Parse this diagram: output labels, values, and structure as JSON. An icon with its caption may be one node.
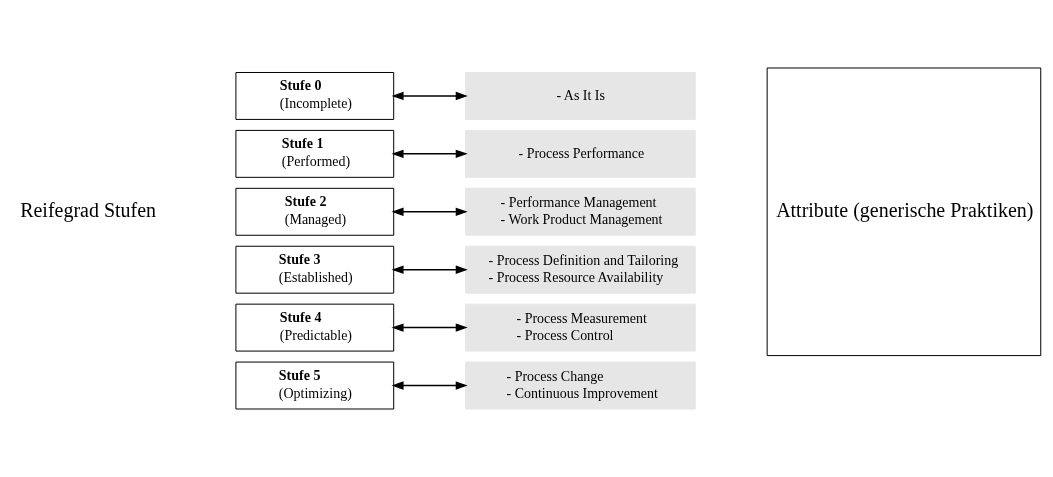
{
  "diagram": {
    "nodes": [
      {
        "text": [
          "Stufe 0",
          "(Incomplete)"
        ]
      },
      {
        "text": [
          "Stufe 1",
          "(Performed)"
        ]
      },
      {
        "text": [
          "Stufe 2",
          "(Managed)"
        ]
      },
      {
        "text": [
          "Stufe 3",
          "(Established)"
        ]
      },
      {
        "text": [
          "Stufe 4",
          "(Predictable)"
        ]
      },
      {
        "text": [
          "Stufe 5",
          "(Optimizing)"
        ]
      },
      {
        "text": [
          "- Process Change",
          "- Continuous Improvement"
        ]
      },
      {
        "text": [
          "- Process Measurement",
          "- Process Control"
        ]
      },
      {
        "text": [
          "- Process Definition and Tailoring",
          "- Process Resource Availability"
        ]
      },
      {
        "text": [
          "- Performance Management",
          "- Work Product Management"
        ]
      },
      {
        "text": [
          "- Process Performance"
        ]
      },
      {
        "text": [
          "- As It Is"
        ]
      },
      {
        "text": [
          "Attribute (generische Praktiken)"
        ]
      }
    ],
    "edges": [
      {
        "from": 5,
        "to": 6,
        "arrow": "both"
      },
      {
        "from": 4,
        "to": 7,
        "arrow": "both"
      },
      {
        "from": 3,
        "to": 8,
        "arrow": "both"
      },
      {
        "from": 2,
        "to": 9,
        "arrow": "both"
      },
      {
        "from": 1,
        "to": 10,
        "arrow": "both"
      },
      {
        "from": 0,
        "to": 11,
        "arrow": "both"
      }
    ],
    "labels": [
      "Reifegrad Stufen"
    ]
  }
}
